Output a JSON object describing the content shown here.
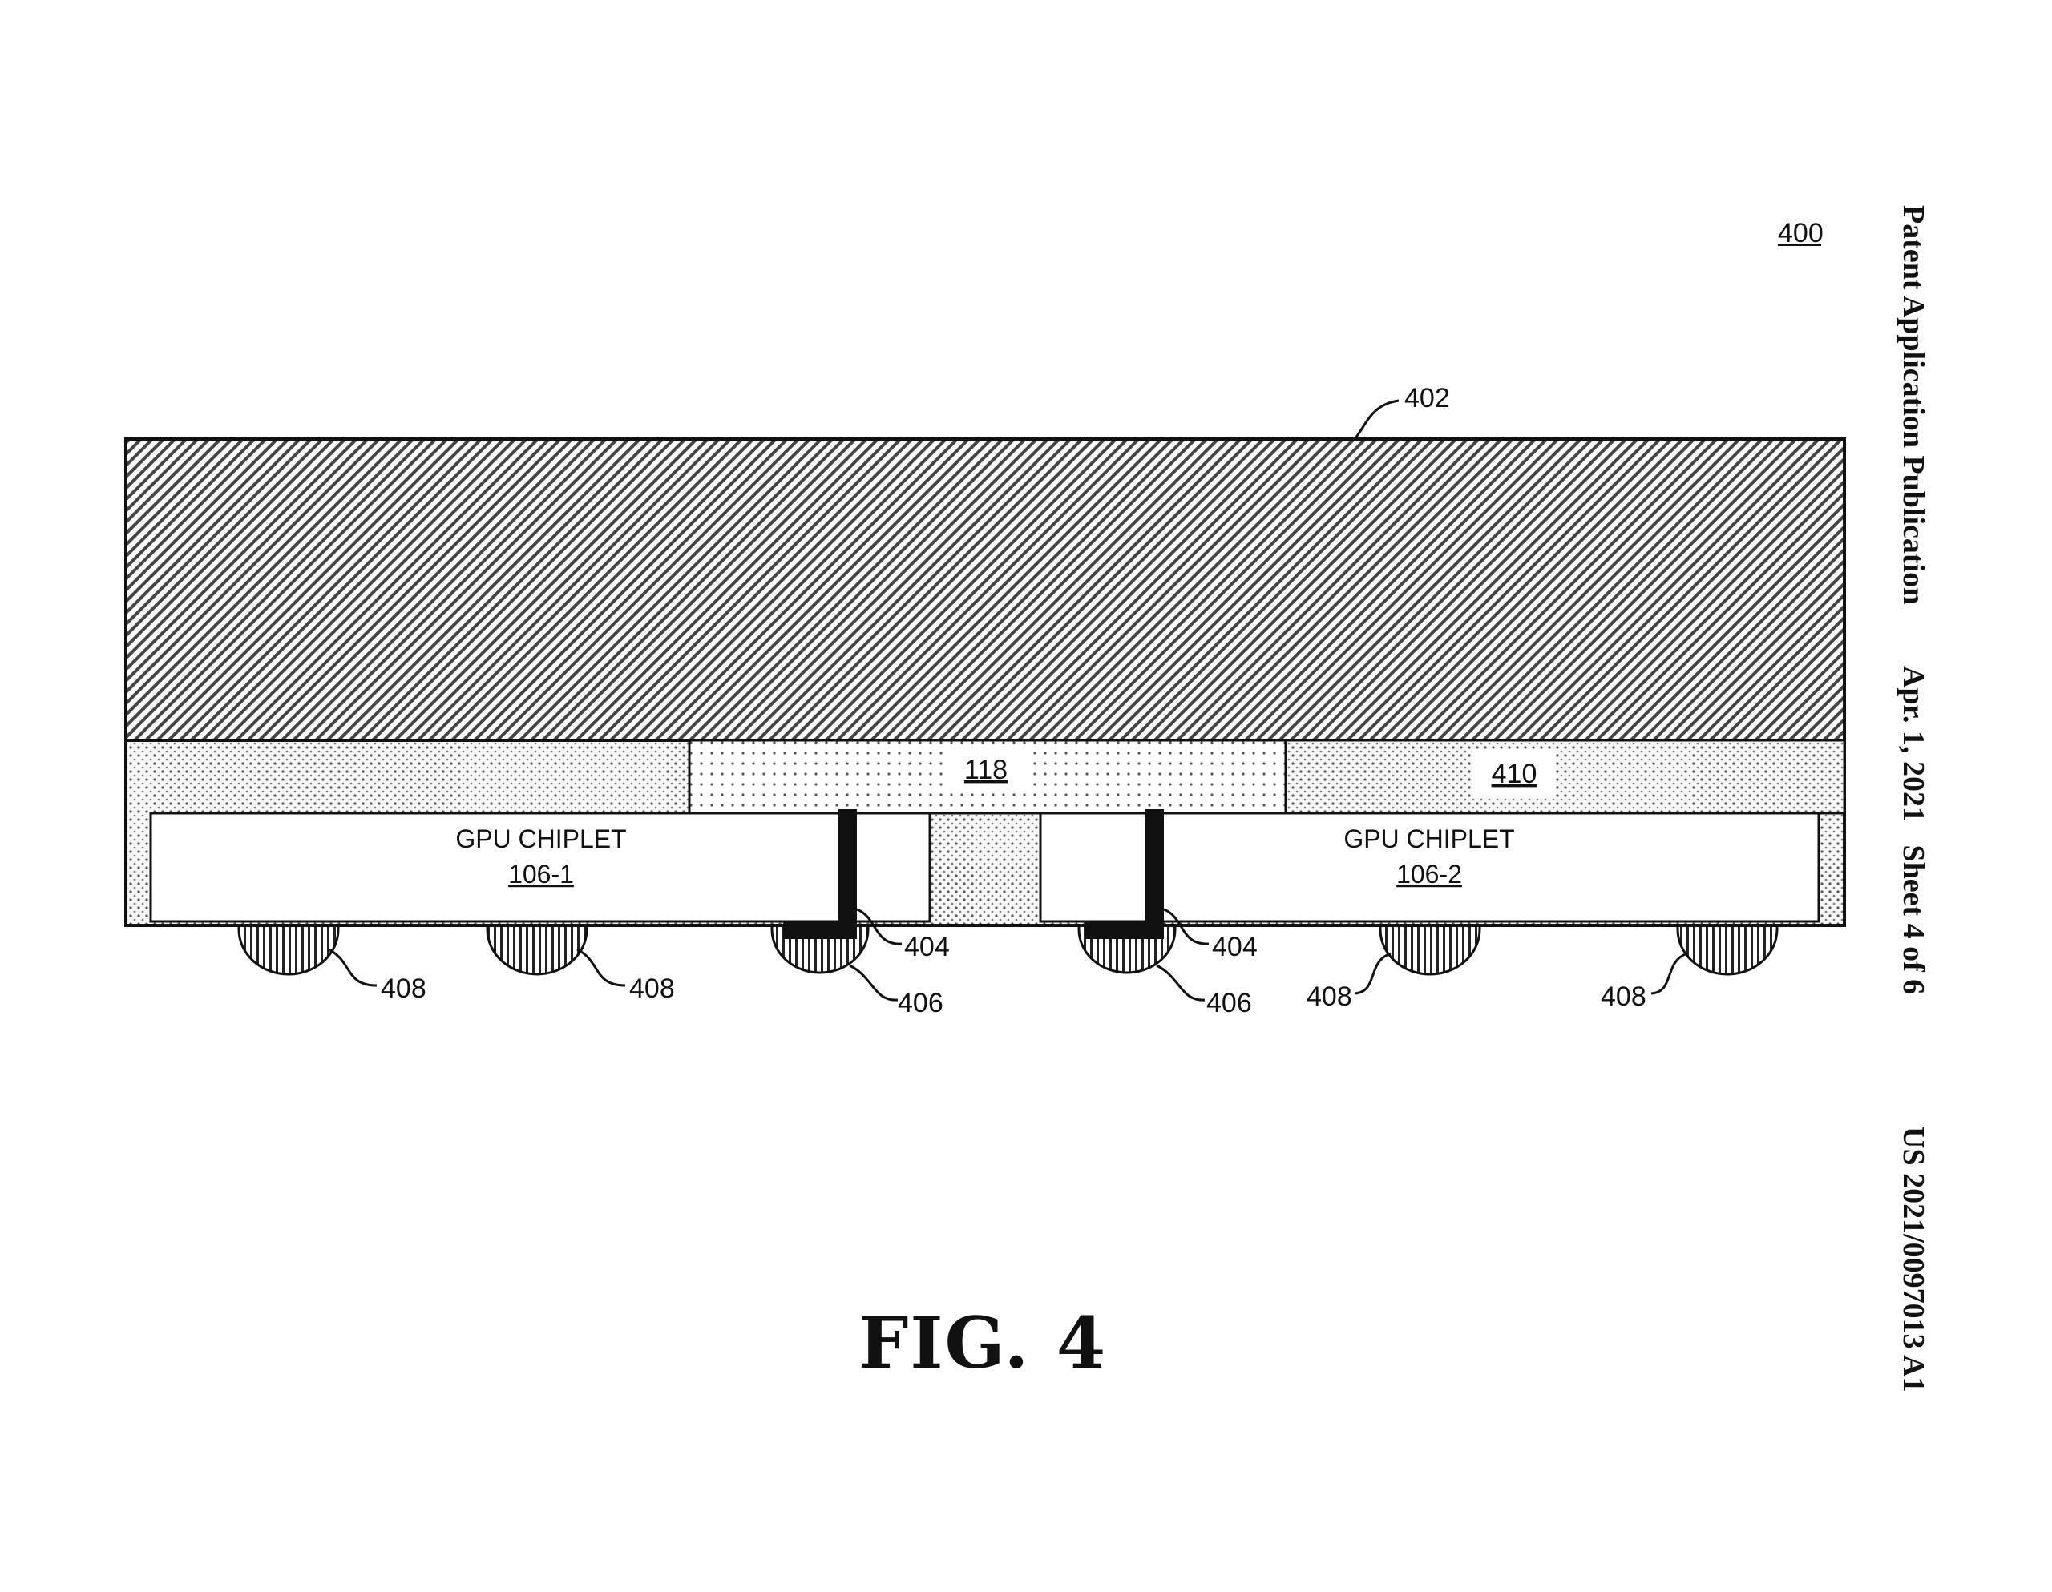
{
  "header": {
    "publication": "Patent Application Publication",
    "date_sheet": "Apr. 1, 2021   Sheet 4 of 6",
    "number": "US 2021/0097013 A1"
  },
  "figure": {
    "ref": "400",
    "caption": "FIG. 4",
    "labels": {
      "heat_spreader": "402",
      "bridge": "118",
      "mold": "410",
      "via_left": "404",
      "via_right": "404",
      "pad_left": "406",
      "pad_right": "406",
      "bump_1": "408",
      "bump_2": "408",
      "bump_5": "408",
      "bump_6": "408"
    },
    "chiplets": [
      {
        "title": "GPU CHIPLET",
        "ref": "106-1"
      },
      {
        "title": "GPU CHIPLET",
        "ref": "106-2"
      }
    ]
  }
}
